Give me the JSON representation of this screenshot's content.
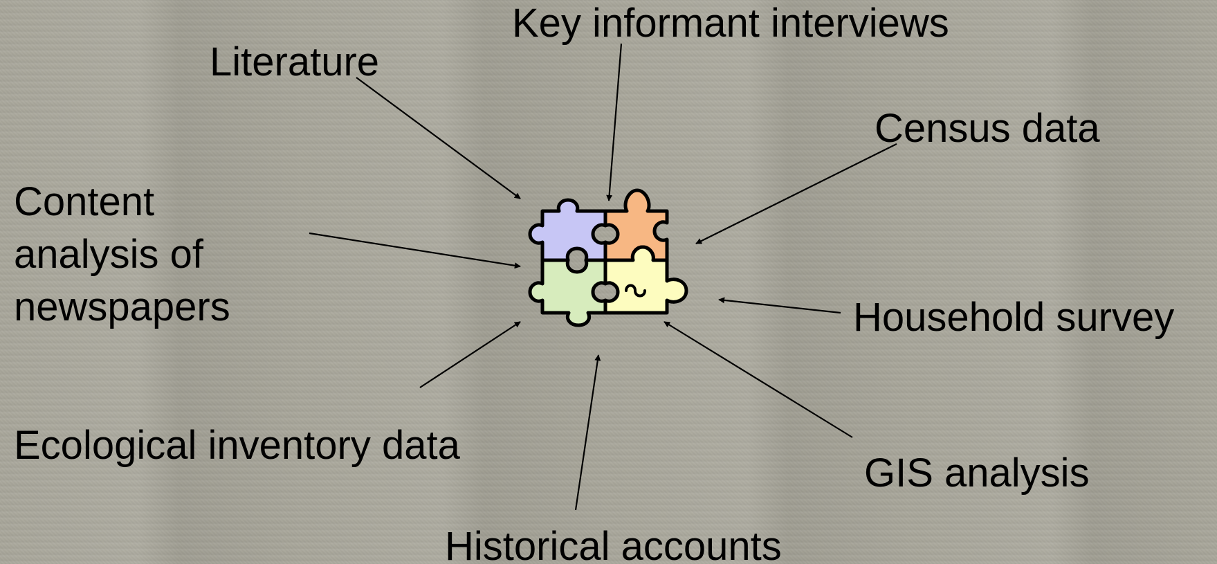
{
  "labels": {
    "key_informant": "Key informant interviews",
    "literature": "Literature",
    "census": "Census data",
    "content_line1": "Content",
    "content_line2": "analysis of",
    "content_line3": "newspapers",
    "household": "Household survey",
    "ecological": "Ecological inventory data",
    "gis": "GIS analysis",
    "historical": "Historical accounts"
  },
  "colors": {
    "background": "#a9a79b",
    "text": "#000000",
    "arrow": "#000000",
    "piece_top_left": "#c7c6f5",
    "piece_top_right": "#f7b783",
    "piece_bottom_left": "#d7ecbd",
    "piece_bottom_right": "#fdfcbf",
    "piece_outline": "#000000"
  },
  "icons": {
    "center": "jigsaw-puzzle-icon"
  }
}
